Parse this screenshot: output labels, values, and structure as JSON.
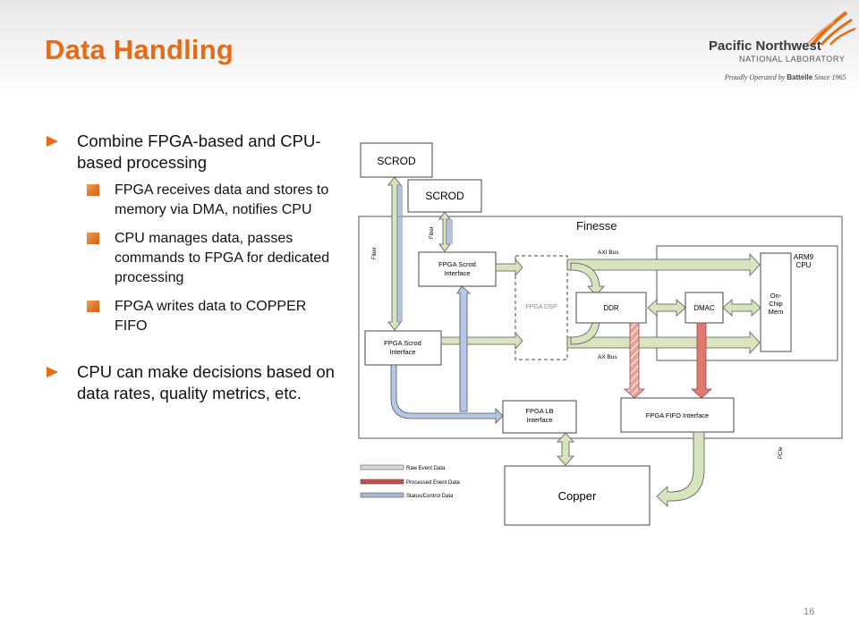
{
  "slide": {
    "title": "Data Handling",
    "page_number": "16"
  },
  "logo": {
    "name": "Pacific Northwest",
    "subtitle": "NATIONAL LABORATORY",
    "tagline_prefix": "Proudly Operated by",
    "tagline_brand": "Battelle",
    "tagline_suffix": "Since 1965"
  },
  "bullets": [
    {
      "text": "Combine FPGA-based and CPU-based processing",
      "sub": [
        "FPGA receives data and stores to memory via DMA, notifies CPU",
        "CPU manages data, passes commands to FPGA for dedicated processing",
        "FPGA writes data to COPPER FIFO"
      ]
    },
    {
      "text": "CPU can make decisions based on data rates, quality metrics, etc.",
      "sub": []
    }
  ],
  "diagram": {
    "boxes": {
      "scrod1": "SCROD",
      "scrod2": "SCROD",
      "finesse": "Finesse",
      "fpga_scrod_interface_top": "FPGA Scrod Interface",
      "fpga_scrod_interface_left": "FPGA Scrod Interface",
      "fpga_dsp": "FPGA DSP",
      "ddr": "DDR",
      "dmac": "DMAC",
      "arm9": "ARM9 CPU",
      "on_chip_mem": "On-Chip Mem",
      "fpga_lb": "FPGA LB Interface",
      "fpga_fifo": "FPGA FIFO Interface",
      "copper": "Copper"
    },
    "labels": {
      "axi_bus": "AXI Bus",
      "ax_bus": "AX Bus",
      "fiber_left": "Fiber",
      "fiber_right": "Fiber",
      "pcie": "PCIe"
    },
    "legend": [
      {
        "label": "Raw Event Data",
        "color": "#d9d9d9"
      },
      {
        "label": "Processed Event Data",
        "color": "#c0504d"
      },
      {
        "label": "Status/Control Data",
        "color": "#a6b8d6"
      }
    ],
    "colors": {
      "raw": "#d7e4bd",
      "processed": "#e07a6e",
      "status": "#b4c7e7",
      "stroke": "#404040"
    }
  }
}
